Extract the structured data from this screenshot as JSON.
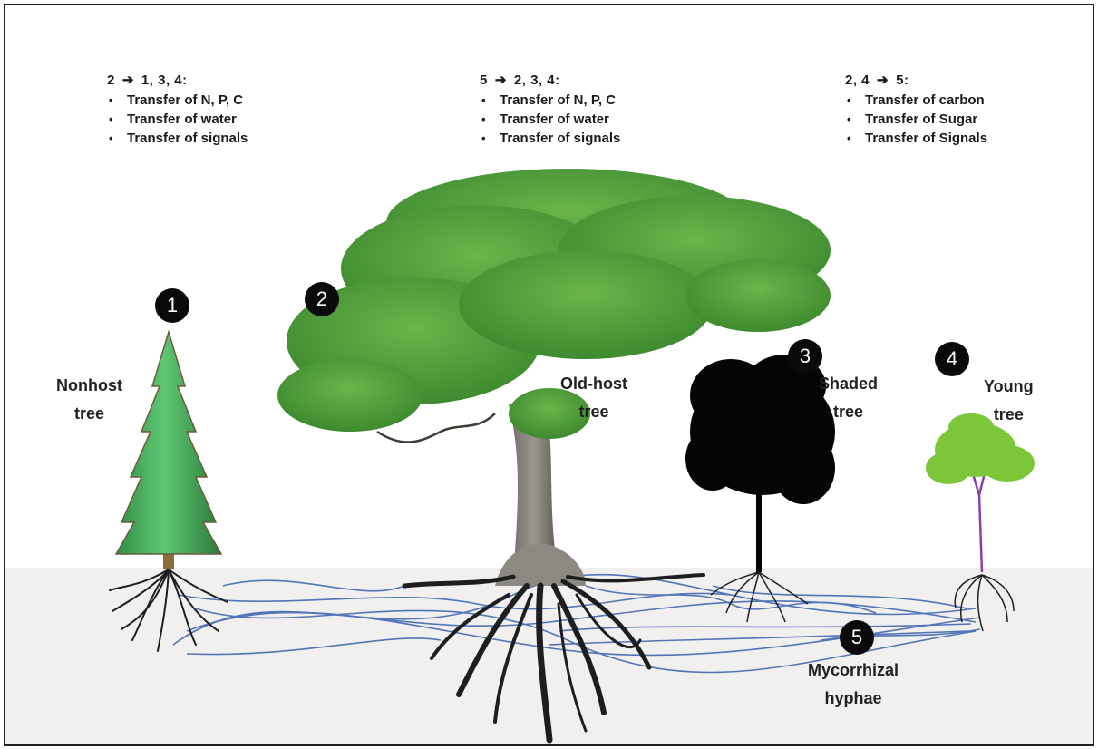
{
  "notes": [
    {
      "from": "2",
      "arrow": "➔",
      "to": "1, 3, 4:",
      "items": [
        "Transfer of N, P, C",
        "Transfer of water",
        "Transfer of signals"
      ]
    },
    {
      "from": "5",
      "arrow": "➔",
      "to": "2, 3, 4:",
      "items": [
        "Transfer of N, P, C",
        "Transfer of water",
        "Transfer of signals"
      ]
    },
    {
      "from": "2, 4",
      "arrow": "➔",
      "to": "5:",
      "items": [
        "Transfer of carbon",
        "Transfer of Sugar",
        "Transfer of Signals"
      ]
    }
  ],
  "trees": [
    {
      "number": "1",
      "label_line1": "Nonhost",
      "label_line2": "tree"
    },
    {
      "number": "2",
      "label_line1": "Old-host",
      "label_line2": "tree"
    },
    {
      "number": "3",
      "label_line1": "Shaded",
      "label_line2": "tree"
    },
    {
      "number": "4",
      "label_line1": "Young",
      "label_line2": "tree"
    }
  ],
  "hyphae": {
    "number": "5",
    "label_line1": "Mycorrhizal",
    "label_line2": "hyphae"
  },
  "colors": {
    "badge": "#0a0a0a",
    "hyphae": "#4a6fb5",
    "roots": "#1e1e1e",
    "ground": "#f1f0ef",
    "canopy_old": "#4e9a3a",
    "canopy_young": "#7cc63a",
    "conifer": "#3f9e4f"
  }
}
